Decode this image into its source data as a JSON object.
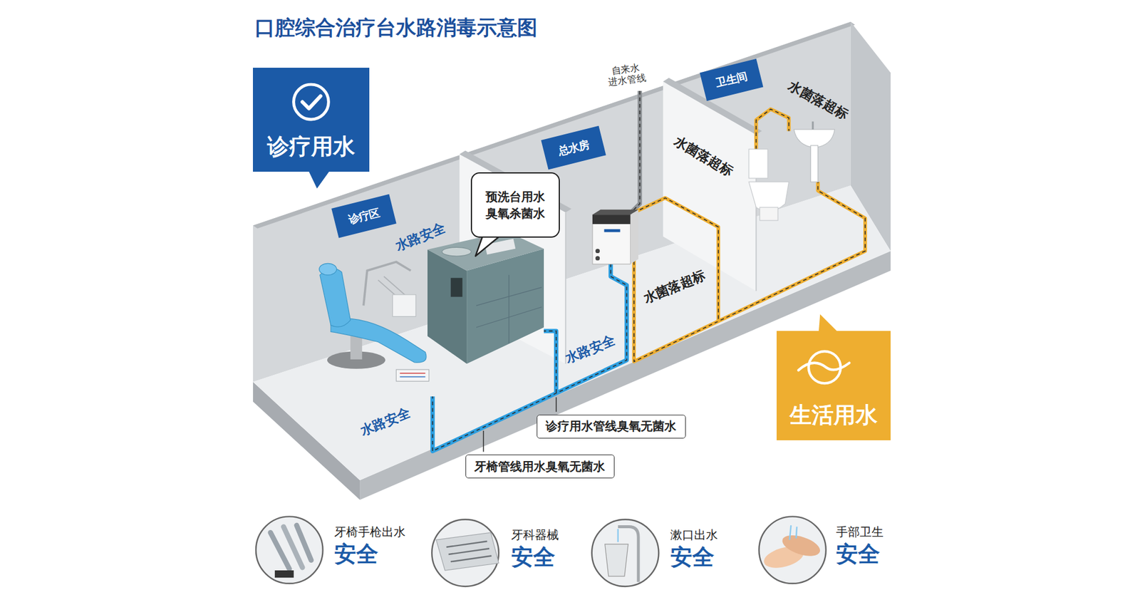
{
  "diagram": {
    "title": "口腔综合治疗台水路消毒示意图",
    "nodes": [
      {
        "text": [
          "诊疗用水"
        ]
      },
      {
        "text": [
          "诊疗区"
        ]
      },
      {
        "text": [
          "预洗台用水 臭氧杀菌水"
        ]
      },
      {
        "text": [
          "总水房"
        ]
      },
      {
        "text": [
          "卫生间"
        ]
      },
      {
        "text": [
          "生活用水"
        ]
      },
      {
        "text": [
          "诊疗用水管线臭氧无菌水"
        ]
      },
      {
        "text": [
          "牙椅管线用水臭氧无菌水"
        ]
      },
      {
        "text": [
          "牙椅手枪出水",
          "安全"
        ]
      },
      {
        "text": [
          "牙科器械",
          "安全"
        ]
      },
      {
        "text": [
          "漱口出水",
          "安全"
        ]
      },
      {
        "text": [
          "手部卫生",
          "安全"
        ]
      }
    ],
    "labels": [
      "自来水 进水管线",
      "水菌落超标",
      "水菌落超标",
      "水路安全",
      "水菌落超标",
      "水路安全",
      "水路安全"
    ]
  }
}
